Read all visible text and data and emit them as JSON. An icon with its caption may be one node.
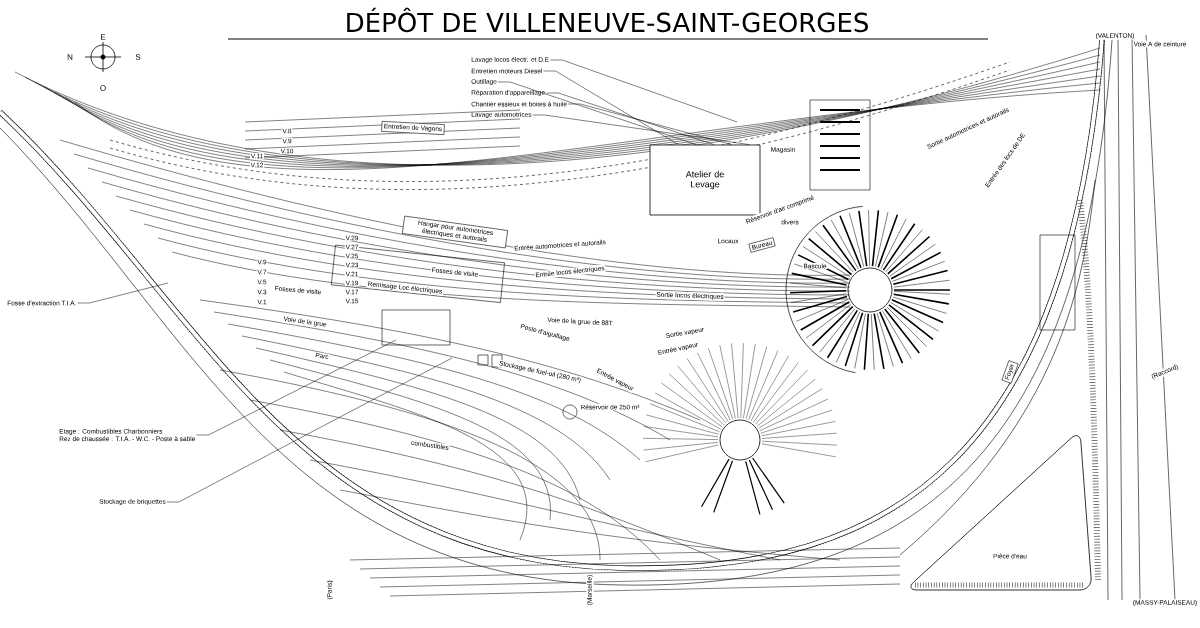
{
  "diagram": {
    "title": "DÉPÔT DE VILLENEUVE-SAINT-GEORGES",
    "nodes": [
      {
        "text": [
          "Lavage locos électr. et D.E"
        ]
      },
      {
        "text": [
          "Entretien moteurs Diesel"
        ]
      },
      {
        "text": [
          "Outillage"
        ]
      },
      {
        "text": [
          "Réparation d'appareillage"
        ]
      },
      {
        "text": [
          "Chantier essieux et boites à huile"
        ]
      },
      {
        "text": [
          "Lavage automotrices"
        ]
      },
      {
        "text": [
          "Fosse d'extraction T.I.A."
        ]
      },
      {
        "text": [
          "Etage : Combustibles Charbonniers",
          "Rez de chaussée : T.I.A. - W.C. - Poste à sable"
        ]
      },
      {
        "text": [
          "Stockage de briquettes"
        ]
      },
      {
        "text": [
          "Entretien de Vagons"
        ]
      },
      {
        "text": [
          "Hangar pour automotrices électriques et autorails"
        ]
      },
      {
        "text": [
          "Atelier de Levage"
        ]
      },
      {
        "text": [
          "Bureau"
        ]
      },
      {
        "text": [
          "Foyer"
        ]
      }
    ],
    "edges": [
      {
        "from": 0,
        "to": null,
        "arrow": "none"
      },
      {
        "from": 1,
        "to": 11,
        "arrow": "none"
      },
      {
        "from": 2,
        "to": 11,
        "arrow": "none"
      },
      {
        "from": 3,
        "to": 11,
        "arrow": "none"
      },
      {
        "from": 4,
        "to": 11,
        "arrow": "none"
      },
      {
        "from": 5,
        "to": 11,
        "arrow": "none"
      },
      {
        "from": 6,
        "to": null,
        "arrow": "none"
      },
      {
        "from": 7,
        "to": null,
        "arrow": "none"
      },
      {
        "from": 8,
        "to": null,
        "arrow": "none"
      }
    ],
    "labels": [
      "N",
      "S",
      "E",
      "O",
      "(VALENTON)",
      "Voie A de ceinture",
      "V.8",
      "V.9",
      "V.10",
      "V.11",
      "V.12",
      "V.29",
      "V.27",
      "V.25",
      "V.23",
      "V.21",
      "V.19",
      "V.17",
      "V.15",
      "Remisage Loc électriques",
      "Fosses de visite",
      "V.9",
      "V.7",
      "V.5",
      "V.3",
      "V.1",
      "Fosses de visite",
      "Voie de la grue",
      "Parc",
      "combustibles",
      "Stockage de fuel-oil (280 m³)",
      "Réservoir de 250 m³",
      "Entrée automotrices et autorails",
      "Entrée locos électriques",
      "Sortie locos électriques",
      "Voie de la grue de 88T",
      "Poste d'aiguillage",
      "Sortie vapeur",
      "Entrée vapeur",
      "Entrée vapeur",
      "Réservoir d'air comprimé",
      "Locaux",
      "divers",
      "Magasin",
      "Bascule",
      "Sortie automotrices et autorails",
      "Entrée des locs de DE",
      "(Raccord)",
      "(MASSY-PALAISEAU)",
      "(Paris)",
      "(Marseille)",
      "Pièce d'eau"
    ]
  }
}
